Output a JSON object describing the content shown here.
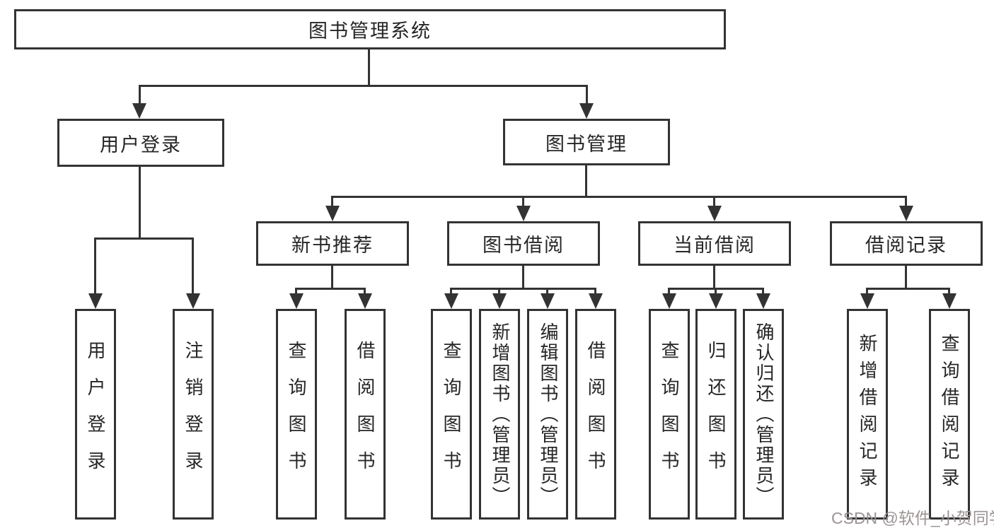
{
  "colors": {
    "line": "#333333",
    "text": "#262626",
    "background": "#ffffff",
    "watermark": "#9c9494"
  },
  "watermark": "CSDN @软件_小贺同学",
  "tree": {
    "label": "图书管理系统",
    "children": [
      {
        "label": "用户登录",
        "children": [
          {
            "label": "用户登录"
          },
          {
            "label": "注销登录"
          }
        ]
      },
      {
        "label": "图书管理",
        "children": [
          {
            "label": "新书推荐",
            "children": [
              {
                "label": "查询图书"
              },
              {
                "label": "借阅图书"
              }
            ]
          },
          {
            "label": "图书借阅",
            "children": [
              {
                "label": "查询图书"
              },
              {
                "label": "新增图书（管理员）"
              },
              {
                "label": "编辑图书（管理员）"
              },
              {
                "label": "借阅图书"
              }
            ]
          },
          {
            "label": "当前借阅",
            "children": [
              {
                "label": "查询图书"
              },
              {
                "label": "归还图书"
              },
              {
                "label": "确认归还（管理员）"
              }
            ]
          },
          {
            "label": "借阅记录",
            "children": [
              {
                "label": "新增借阅记录"
              },
              {
                "label": "查询借阅记录"
              }
            ]
          }
        ]
      }
    ]
  }
}
